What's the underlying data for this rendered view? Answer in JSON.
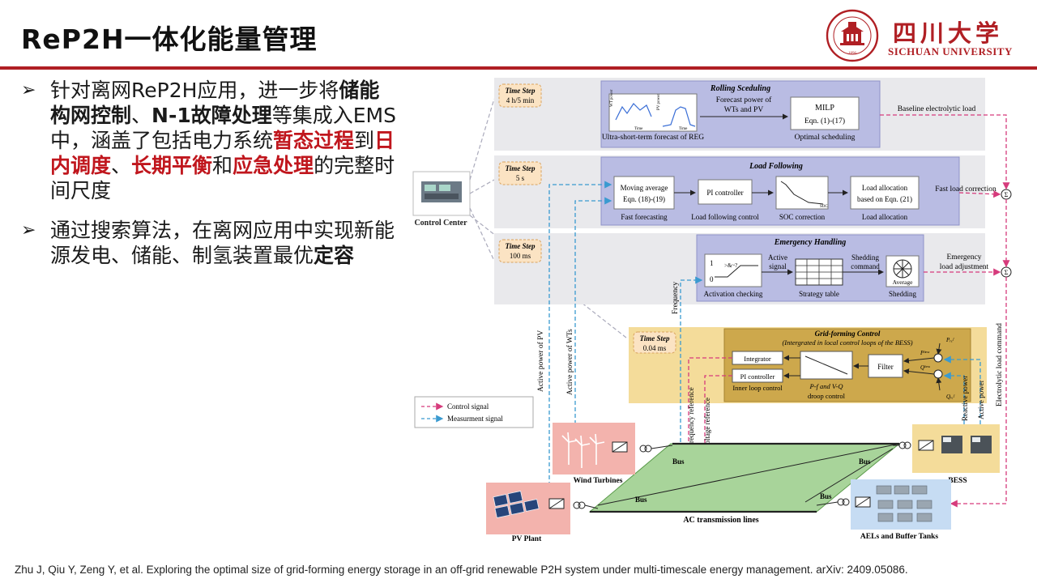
{
  "header": {
    "title": "ReP2H一体化能量管理"
  },
  "logo": {
    "cn_name": "四川大学",
    "en_name": "SICHUAN UNIVERSITY",
    "seal_year": "1896"
  },
  "bullets": [
    {
      "segments": [
        {
          "t": "针对离网ReP2H应用，进一步将",
          "s": "n"
        },
        {
          "t": "储能构网控制",
          "s": "b"
        },
        {
          "t": "、",
          "s": "n"
        },
        {
          "t": "N-1故障处理",
          "s": "b"
        },
        {
          "t": "等集成入EMS中，涵盖了包括电力系统",
          "s": "n"
        },
        {
          "t": "暂态过程",
          "s": "r"
        },
        {
          "t": "到",
          "s": "n"
        },
        {
          "t": "日内调度",
          "s": "r"
        },
        {
          "t": "、",
          "s": "n"
        },
        {
          "t": "长期平衡",
          "s": "r"
        },
        {
          "t": "和",
          "s": "n"
        },
        {
          "t": "应急处理",
          "s": "r"
        },
        {
          "t": "的完整时间尺度",
          "s": "n"
        }
      ]
    },
    {
      "segments": [
        {
          "t": "通过搜索算法，在离网应用中实现新能源发电、储能、制氢装置最优",
          "s": "n"
        },
        {
          "t": "定容",
          "s": "b"
        }
      ]
    }
  ],
  "diagram": {
    "control_center": "Control Center",
    "rows": {
      "rolling": {
        "ts_label": "Time Step",
        "ts_value": "4 h/5 min",
        "title": "Rolling Sceduling",
        "forecast_caption": "Ultra-short-term forecast of REG",
        "wt_axis": "WT power",
        "pv_axis": "PV power",
        "time_axis": "Time",
        "forecast_text1": "Forecast power of",
        "forecast_text2": "WTs and PV",
        "milp_title": "MILP",
        "milp_eqn": "Eqn. (1)-(17)",
        "milp_caption": "Optimal scheduling",
        "output": "Baseline electrolytic load"
      },
      "load": {
        "ts_label": "Time Step",
        "ts_value": "5 s",
        "title": "Load Following",
        "ma_line1": "Moving average",
        "ma_line2": "Eqn. (18)-(19)",
        "ma_caption": "Fast forecasting",
        "pi_label": "PI controller",
        "pi_caption": "Load following control",
        "soc_caption": "SOC correction",
        "soc_axis": "SOC",
        "la_line1": "Load allocation",
        "la_line2": "based on Eqn. (21)",
        "la_caption": "Load allocation",
        "output": "Fast load correction"
      },
      "emergency": {
        "ts_label": "Time Step",
        "ts_value": "100 ms",
        "title": "Emergency Handling",
        "act_caption": "Activation checking",
        "act_one": "1",
        "act_zero": "0",
        "act_cond": ">&~?",
        "active_signal1": "Active",
        "active_signal2": "signal",
        "st_caption": "Strategy table",
        "shed_cmd1": "Shedding",
        "shed_cmd2": "command",
        "avg_label": "Average",
        "shed_caption": "Shedding",
        "output1": "Emergency",
        "output2": "load adjustment"
      },
      "gridforming": {
        "ts_label": "Time Step",
        "ts_value": "0.04 ms",
        "title": "Grid-forming Control",
        "subtitle": "(Intergrated in local control loops of the BESS)",
        "integrator": "Integrator",
        "pi": "PI controller",
        "inner_loop": "Inner loop control",
        "droop1": "P-f and V-Q",
        "droop2": "droop control",
        "filter": "Filter",
        "p_ref": "Pᵣₑᶠ",
        "p_bess": "Pᵇᵉˢˢ",
        "q_ref": "Qᵣₑᶠ",
        "q_bess": "Qᵇᵉˢˢ",
        "sigma": "Σ",
        "freq_ref": "Frequency reference",
        "volt_ref": "Voltage reference",
        "react_power": "Reactive power",
        "active_power": "Active power"
      }
    },
    "side_labels": {
      "active_pv": "Active power of PV",
      "active_wt": "Active power of WTs",
      "frequency": "Frequency",
      "electrolytic": "Electrolytic load command"
    },
    "legend": {
      "control": "Control signal",
      "measurement": "Measurment signal"
    },
    "grid": {
      "wind": "Wind Turbines",
      "pv": "PV Plant",
      "bess": "BESS",
      "ael": "AELs and Buffer Tanks",
      "ac_lines": "AC transmission lines",
      "bus": "Bus"
    },
    "colors": {
      "control": "#d63b7c",
      "measure": "#3a9ad0",
      "panel": "#e9e9ec",
      "block": "#b9bce3",
      "gold_outer": "#f4dc9a",
      "gold_inner": "#cda84c",
      "step": "#fbe3c3",
      "green": "#a8d49a"
    }
  },
  "citation": "Zhu J, Qiu Y, Zeng Y, et al. Exploring the optimal size of grid-forming energy storage in an off-grid renewable P2H system under multi-timescale energy management. arXiv: 2409.05086."
}
